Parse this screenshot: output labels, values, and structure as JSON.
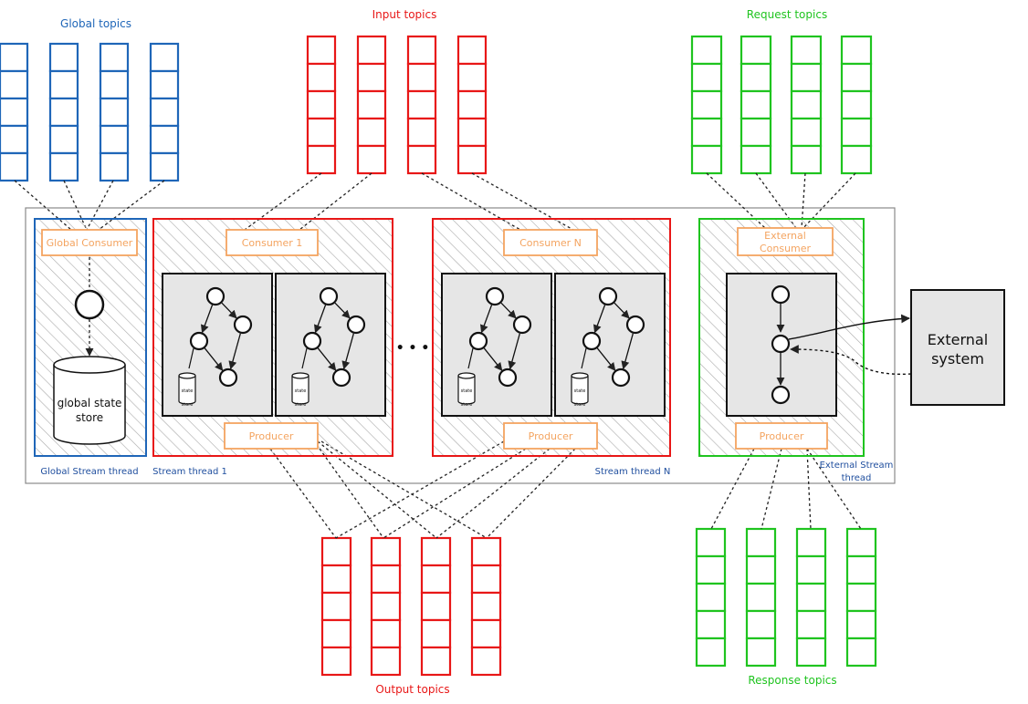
{
  "topics": {
    "global": {
      "label": "Global topics",
      "color": "#1f66b8"
    },
    "input": {
      "label": "Input topics",
      "color": "#e81717"
    },
    "request": {
      "label": "Request topics",
      "color": "#1fc41f"
    },
    "output": {
      "label": "Output topics",
      "color": "#e81717"
    },
    "response": {
      "label": "Response topics",
      "color": "#1fc41f"
    }
  },
  "threads": {
    "global": {
      "label": "Global Stream thread",
      "consumer": "Global Consumer",
      "store_line1": "global state",
      "store_line2": "store"
    },
    "thread1": {
      "label": "Stream thread 1",
      "consumer": "Consumer 1",
      "producer": "Producer"
    },
    "threadN": {
      "label": "Stream thread N",
      "consumer": "Consumer N",
      "producer": "Producer"
    },
    "external": {
      "label_line1": "External Stream",
      "label_line2": "thread",
      "consumer_line1": "External",
      "consumer_line2": "Consumer",
      "producer": "Producer"
    }
  },
  "mini_store": {
    "line1": "state",
    "line2": "store"
  },
  "external_system": {
    "line1": "External",
    "line2": "system"
  },
  "ellipsis": "• • •",
  "colors": {
    "blue": "#1f66b8",
    "red": "#e81717",
    "green": "#1fc41f",
    "orange": "#f4a460",
    "label_blue": "#1f4e9e",
    "gray_fill": "#e6e6e6"
  }
}
